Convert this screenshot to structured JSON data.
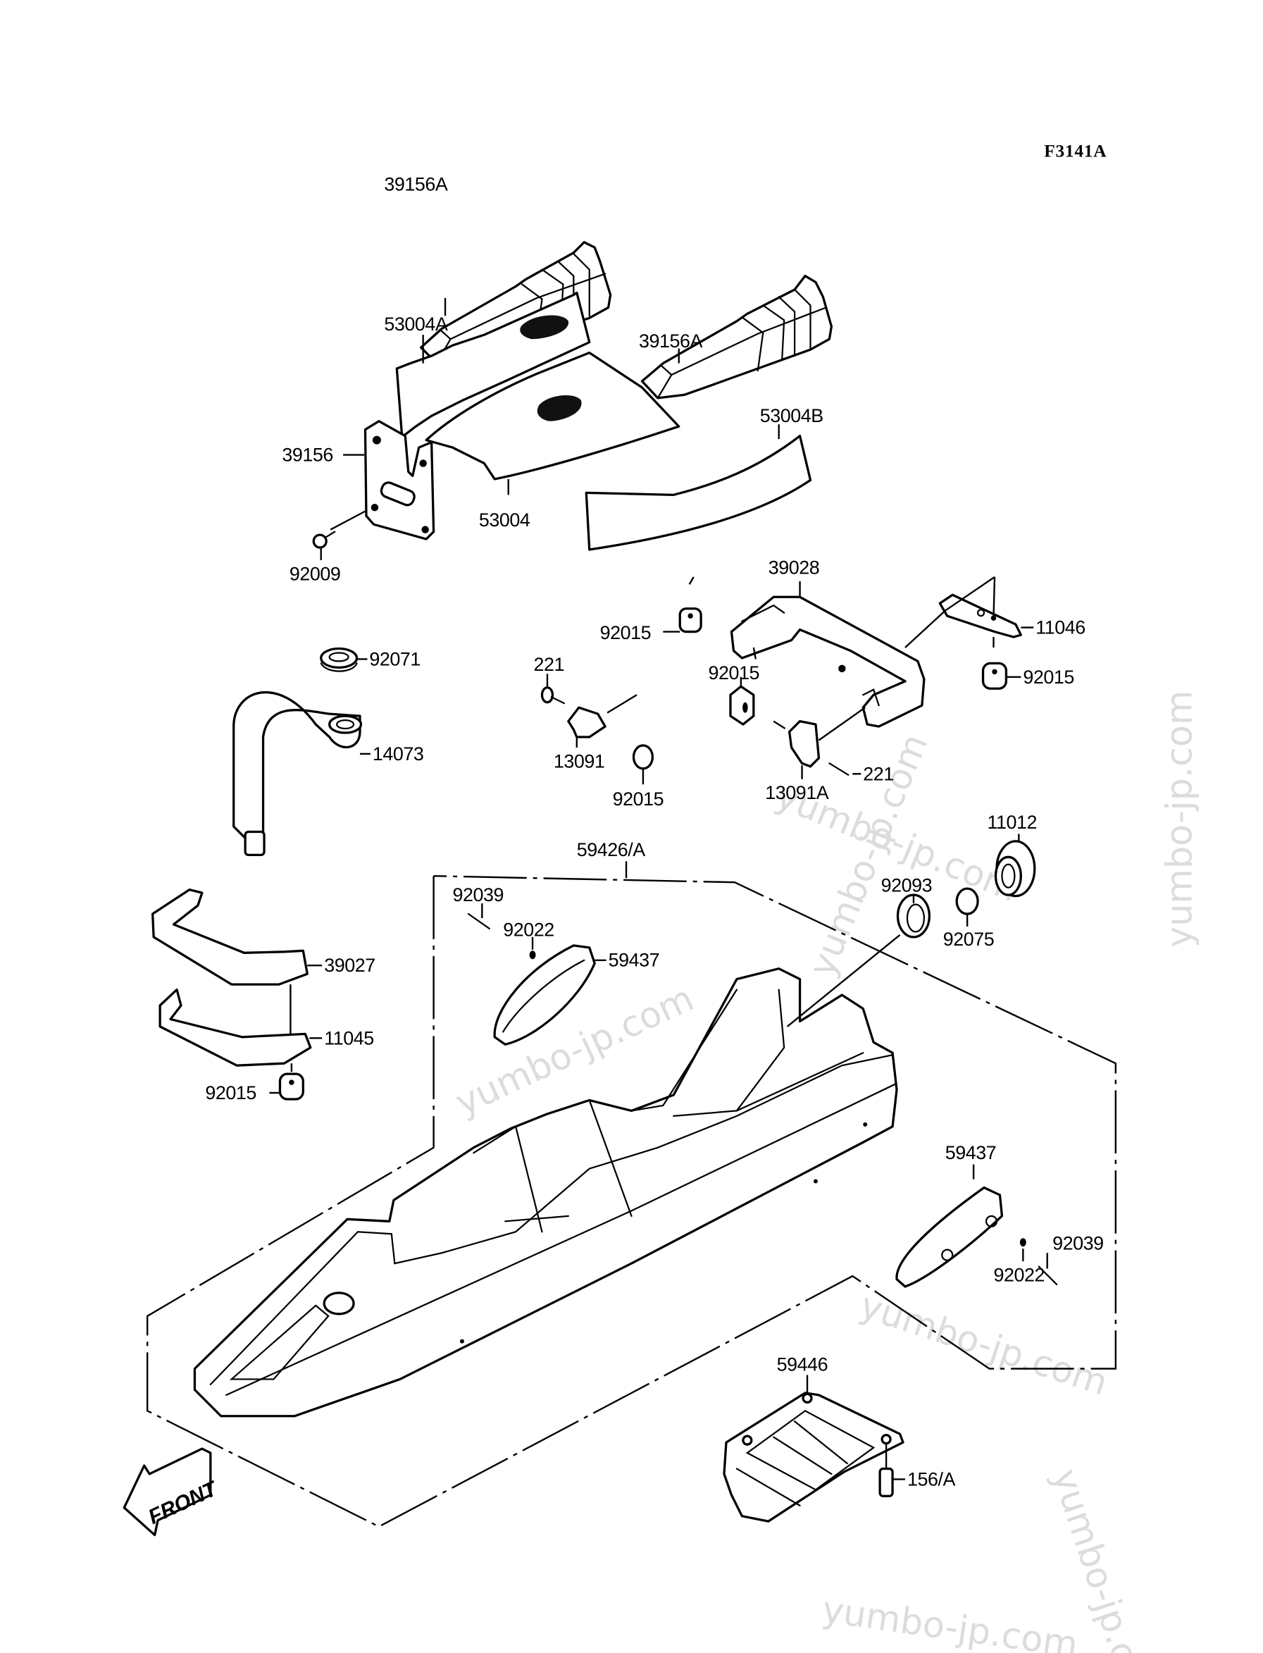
{
  "diagram": {
    "title_code": "F3141A",
    "front_indicator": "FRONT",
    "watermark": "yumbo-jp.com",
    "labels": {
      "pad_top": "39156A",
      "mat_left": "53004A",
      "pad_right": "39156A",
      "bracket_plate": "39156",
      "mat_center": "53004",
      "mat_right": "53004B",
      "bolt_left": "92009",
      "handle_bracket": "39028",
      "stopper_right": "11046",
      "nut_a": "92015",
      "nut_b": "92015",
      "nut_c": "92015",
      "nut_d": "92015",
      "nut_e": "92015",
      "screw_left": "221",
      "screw_right": "221",
      "clamp_left": "13091",
      "clamp_right": "13091A",
      "grommet": "92071",
      "pipe": "14073",
      "bumper": "39027",
      "stopper_left": "11045",
      "hull": "59426/A",
      "rivet_left": "92039",
      "washer_left": "92022",
      "rail_left": "59437",
      "seal": "92093",
      "oring": "92075",
      "cap": "11012",
      "rail_right": "59437",
      "washer_right": "92022",
      "rivet_right": "92039",
      "grate": "59446",
      "bolt_grate": "156/A"
    }
  }
}
